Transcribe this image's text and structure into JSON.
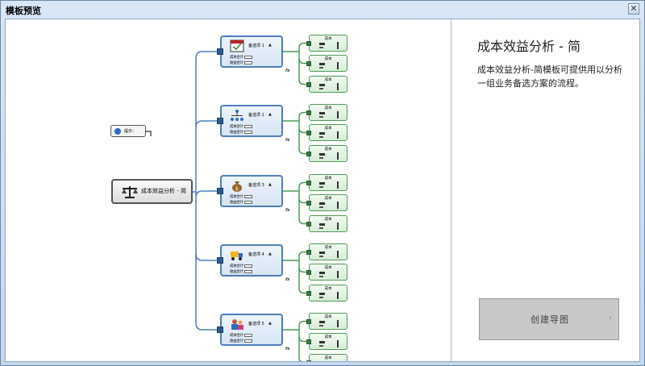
{
  "window": {
    "title": "模板预览",
    "close_glyph": "✕"
  },
  "map": {
    "central_label": "成本效益分析 - 简",
    "callout_label": "提示：",
    "options": [
      {
        "label": "备选项 1",
        "icon": "calendar-check-icon"
      },
      {
        "label": "备选项 2",
        "icon": "org-chart-icon"
      },
      {
        "label": "备选项 3",
        "icon": "money-bag-icon"
      },
      {
        "label": "备选项 4",
        "icon": "truck-icon"
      },
      {
        "label": "备选项 5",
        "icon": "people-icon"
      }
    ],
    "fx_label": "fx",
    "sub_labels": [
      "成本",
      "成本",
      "成本"
    ],
    "row_labels": [
      "成本合计",
      "收益合计"
    ],
    "colors": {
      "option_border": "#4e7ebb",
      "sub_border": "#4f9a58",
      "connector": "#4e7ebb",
      "sub_connector": "#4f9a58"
    }
  },
  "info": {
    "title": "成本效益分析 - 简",
    "description": "成本效益分析-简模板可提供用以分析一组业务备选方案的流程。",
    "use_button_label": "创建导图",
    "use_button_arrow": "›"
  }
}
